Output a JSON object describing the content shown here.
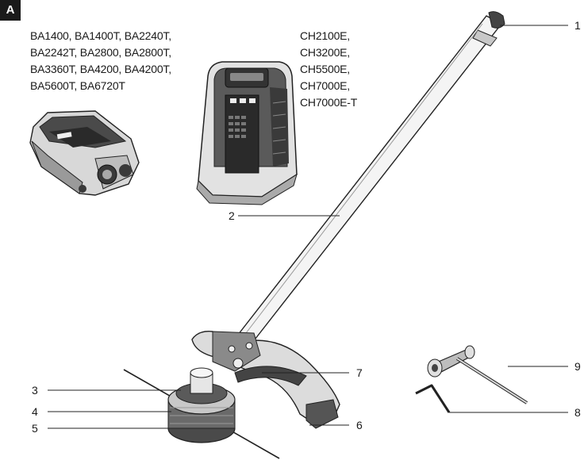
{
  "section_tag": "A",
  "battery_models": [
    "BA1400, BA1400T, BA2240T,",
    "BA2242T, BA2800, BA2800T,",
    "BA3360T, BA4200, BA4200T,",
    "BA5600T, BA6720T"
  ],
  "charger_models": [
    "CH2100E,",
    "CH3200E,",
    "CH5500E,",
    "CH7000E,",
    "CH7000E-T"
  ],
  "callouts": [
    "1",
    "2",
    "3",
    "4",
    "5",
    "6",
    "7",
    "8",
    "9"
  ]
}
